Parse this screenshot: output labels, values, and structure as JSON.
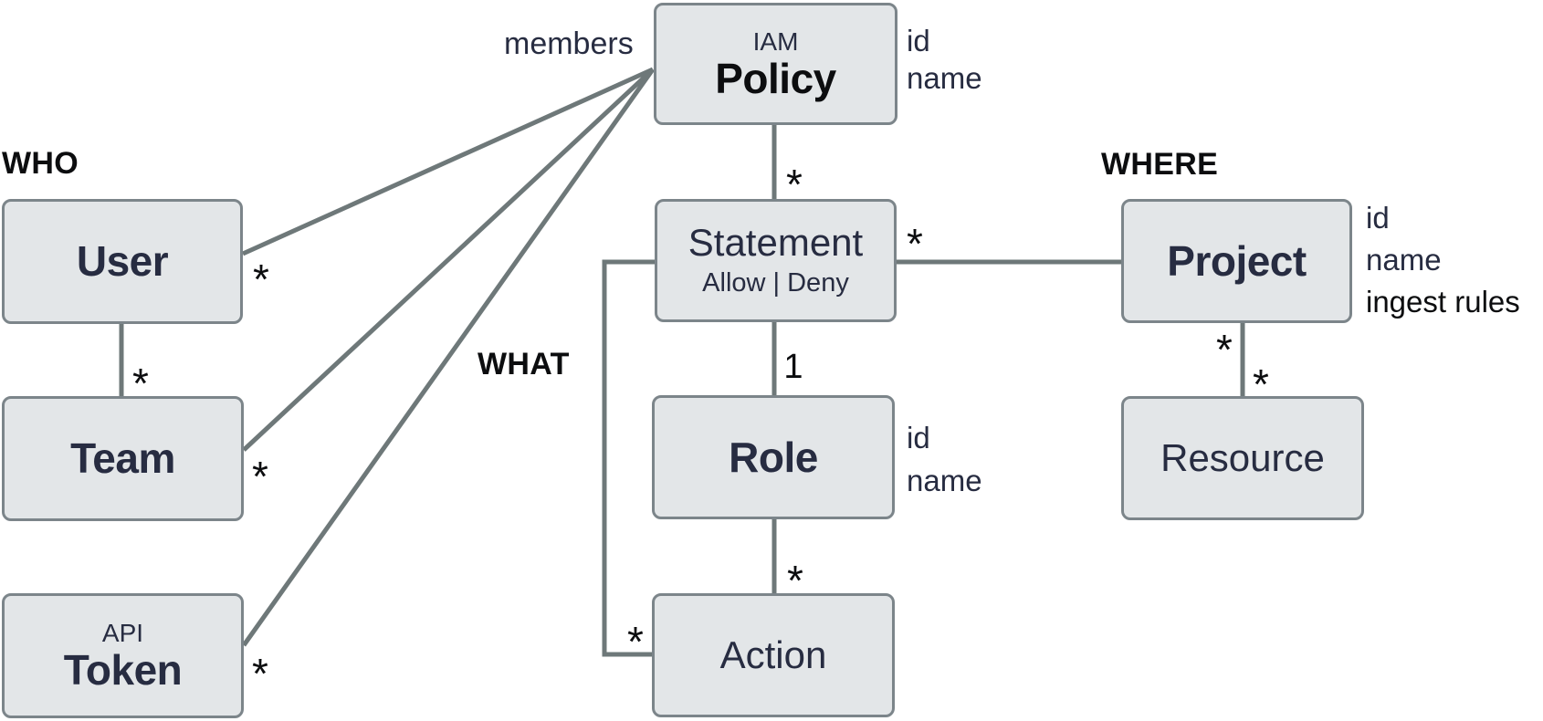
{
  "theme": {
    "background": "#ffffff",
    "box_fill": "#e3e6e8",
    "box_border": "#7c858a",
    "line": "#6e7879",
    "navy": "#272c41",
    "ink": "#0c0d0f"
  },
  "sections": {
    "who": "WHO",
    "what": "WHAT",
    "where": "WHERE"
  },
  "labels": {
    "members": "members"
  },
  "nodes": {
    "policy": {
      "super_label": "IAM",
      "label": "Policy",
      "attributes": [
        "id",
        "name"
      ]
    },
    "statement": {
      "label": "Statement",
      "sub_label": "Allow | Deny"
    },
    "role": {
      "label": "Role",
      "attributes": [
        "id",
        "name"
      ]
    },
    "action": {
      "label": "Action"
    },
    "user": {
      "label": "User"
    },
    "team": {
      "label": "Team"
    },
    "token": {
      "super_label": "API",
      "label": "Token"
    },
    "project": {
      "label": "Project",
      "attributes": [
        "id",
        "name",
        "ingest rules"
      ]
    },
    "resource": {
      "label": "Resource"
    }
  },
  "multiplicity": {
    "policy_statement": "*",
    "statement_project": "*",
    "statement_role": "1",
    "role_action": "*",
    "statement_action": "*",
    "user_policy": "*",
    "team_policy": "*",
    "token_policy": "*",
    "user_team": "*",
    "project_resource_upper": "*",
    "project_resource_lower": "*"
  }
}
